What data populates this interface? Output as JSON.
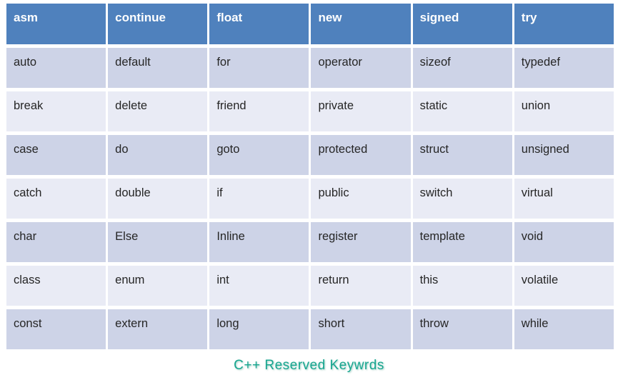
{
  "table": {
    "headers": [
      "asm",
      "continue",
      "float",
      "new",
      "signed",
      "try"
    ],
    "rows": [
      [
        "auto",
        "default",
        "for",
        "operator",
        "sizeof",
        "typedef"
      ],
      [
        "break",
        "delete",
        "friend",
        "private",
        "static",
        "union"
      ],
      [
        "case",
        "do",
        "goto",
        "protected",
        "struct",
        "unsigned"
      ],
      [
        "catch",
        "double",
        "if",
        "public",
        "switch",
        "virtual"
      ],
      [
        "char",
        "Else",
        "Inline",
        "register",
        "template",
        "void"
      ],
      [
        "class",
        "enum",
        "int",
        "return",
        "this",
        "volatile"
      ],
      [
        "const",
        "extern",
        "long",
        "short",
        "throw",
        "while"
      ]
    ]
  },
  "caption": "C++ Reserved Keywrds",
  "colors": {
    "header_bg": "#4f81bd",
    "header_text": "#ffffff",
    "row_dark": "#cdd3e7",
    "row_light": "#e9ebf5",
    "body_text": "#262626",
    "caption_color": "#18a690"
  }
}
